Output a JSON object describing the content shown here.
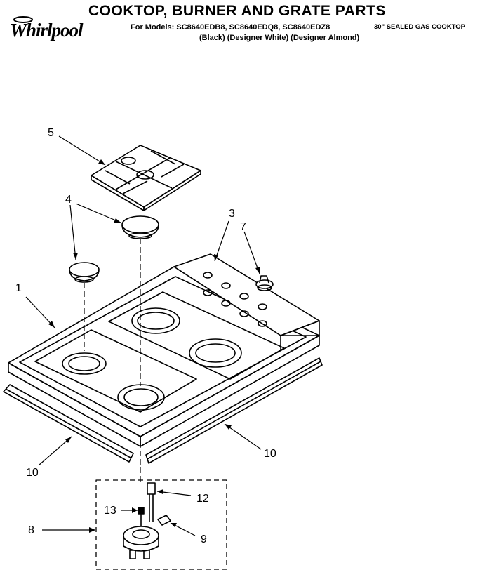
{
  "header": {
    "brand": "Whirlpool",
    "title": "COOKTOP, BURNER AND GRATE PARTS",
    "models_line": "For Models: SC8640EDB8, SC8640EDQ8, SC8640EDZ8",
    "product_type": "30\" SEALED GAS COOKTOP",
    "colors_line": "(Black) (Designer White) (Designer Almond)"
  },
  "callouts": {
    "c1": "1",
    "c3": "3",
    "c4": "4",
    "c5": "5",
    "c7": "7",
    "c8": "8",
    "c9": "9",
    "c10a": "10",
    "c10b": "10",
    "c12": "12",
    "c13": "13"
  }
}
